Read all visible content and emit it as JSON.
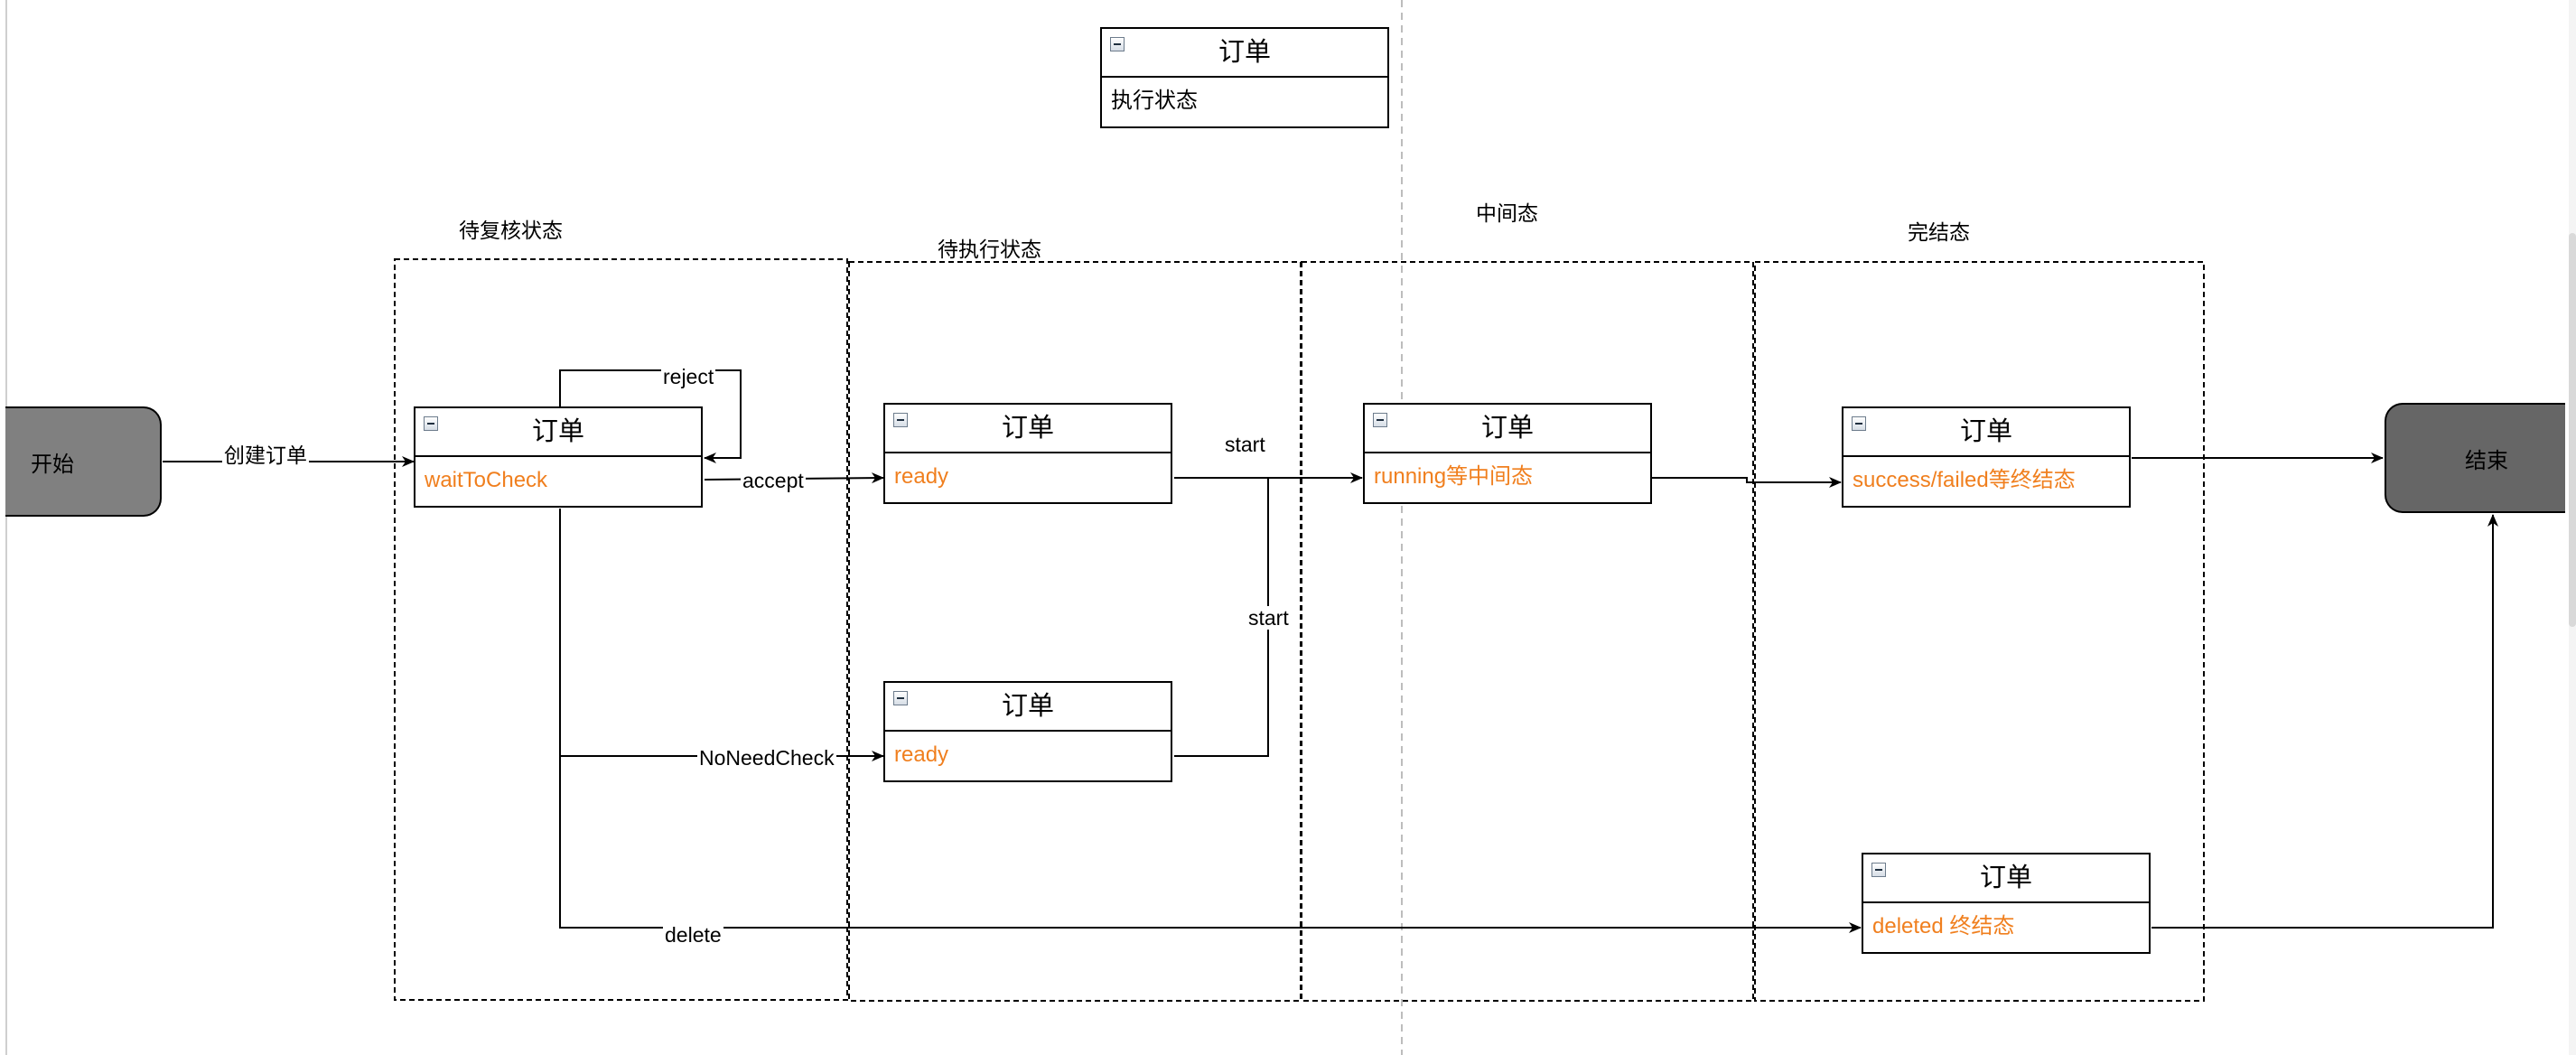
{
  "header_card": {
    "title": "订单",
    "body": "执行状态"
  },
  "lanes": [
    {
      "id": "review",
      "label": "待复核状态"
    },
    {
      "id": "pending",
      "label": "待执行状态"
    },
    {
      "id": "middle",
      "label": "中间态"
    },
    {
      "id": "final",
      "label": "完结态"
    }
  ],
  "nodes": {
    "start": "开始",
    "end": "结束",
    "wait": {
      "title": "订单",
      "state": "waitToCheck"
    },
    "ready1": {
      "title": "订单",
      "state": "ready"
    },
    "ready2": {
      "title": "订单",
      "state": "ready"
    },
    "running": {
      "title": "订单",
      "state": "running等中间态"
    },
    "success": {
      "title": "订单",
      "state": "success/failed等终结态"
    },
    "deleted": {
      "title": "订单",
      "state": "deleted 终结态"
    }
  },
  "edges": {
    "create": "创建订单",
    "reject": "reject",
    "accept": "accept",
    "start_top": "start",
    "start_bottom": "start",
    "no_need_check": "NoNeedCheck",
    "delete": "delete"
  },
  "colors": {
    "state_text": "#f07f1e",
    "start_fill": "#808080",
    "end_fill": "#666666"
  }
}
